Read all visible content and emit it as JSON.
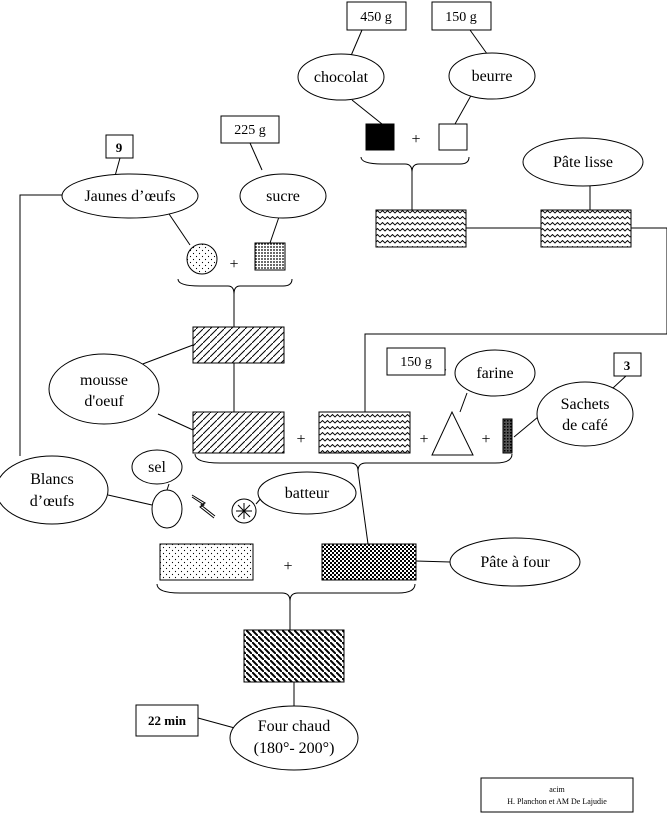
{
  "quantities": {
    "chocolat_qty": "450 g",
    "beurre_qty": "150 g",
    "sucre_qty": "225 g",
    "jaunes_count": "9",
    "farine_qty": "150 g",
    "cafe_count": "3",
    "time": "22 min"
  },
  "ingredients": {
    "chocolat": "chocolat",
    "beurre": "beurre",
    "pate_lisse": "Pâte lisse",
    "jaunes": "Jaunes d’œufs",
    "sucre": "sucre",
    "mousse_line1": "mousse",
    "mousse_line2": "d'oeuf",
    "farine": "farine",
    "cafe_line1": "Sachets",
    "cafe_line2": "de café",
    "blancs_line1": "Blancs",
    "blancs_line2": "d’œufs",
    "sel": "sel",
    "batteur": "batteur",
    "pate_four": "Pâte à four",
    "four_line1": "Four chaud",
    "four_line2": "(180°- 200°)"
  },
  "operators": {
    "plus": "+"
  },
  "credits": {
    "line1": "acim",
    "line2": "H. Planchon et AM De Lajudie"
  }
}
